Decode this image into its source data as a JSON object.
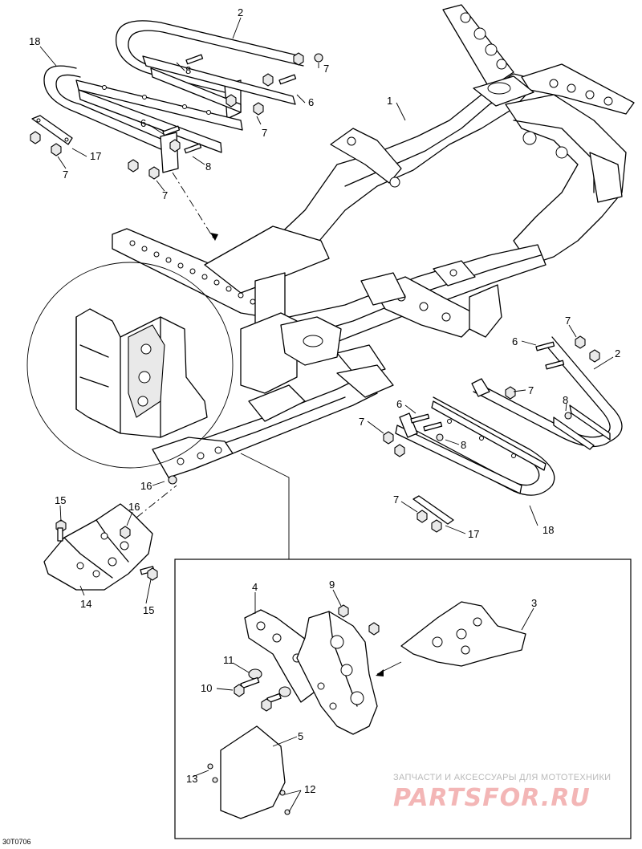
{
  "diagram": {
    "code": "30T0706",
    "watermark_line1": "ЗАПЧАСТИ И АКСЕССУАРЫ ДЛЯ МОТОТЕХНИКИ",
    "watermark_line2": "PARTSFOR.RU",
    "callouts": {
      "c1": "1",
      "c2a": "2",
      "c2b": "2",
      "c3": "3",
      "c4": "4",
      "c5": "5",
      "c6a": "6",
      "c6b": "6",
      "c6c": "6",
      "c6d": "6",
      "c7a": "7",
      "c7b": "7",
      "c7c": "7",
      "c7d": "7",
      "c7e": "7",
      "c7f": "7",
      "c7g": "7",
      "c7h": "7",
      "c8a": "8",
      "c8b": "8",
      "c8c": "8",
      "c8d": "8",
      "c9": "9",
      "c10": "10",
      "c11": "11",
      "c12": "12",
      "c13": "13",
      "c14": "14",
      "c15a": "15",
      "c15b": "15",
      "c16a": "16",
      "c16b": "16",
      "c17a": "17",
      "c17b": "17",
      "c18a": "18",
      "c18b": "18"
    }
  }
}
